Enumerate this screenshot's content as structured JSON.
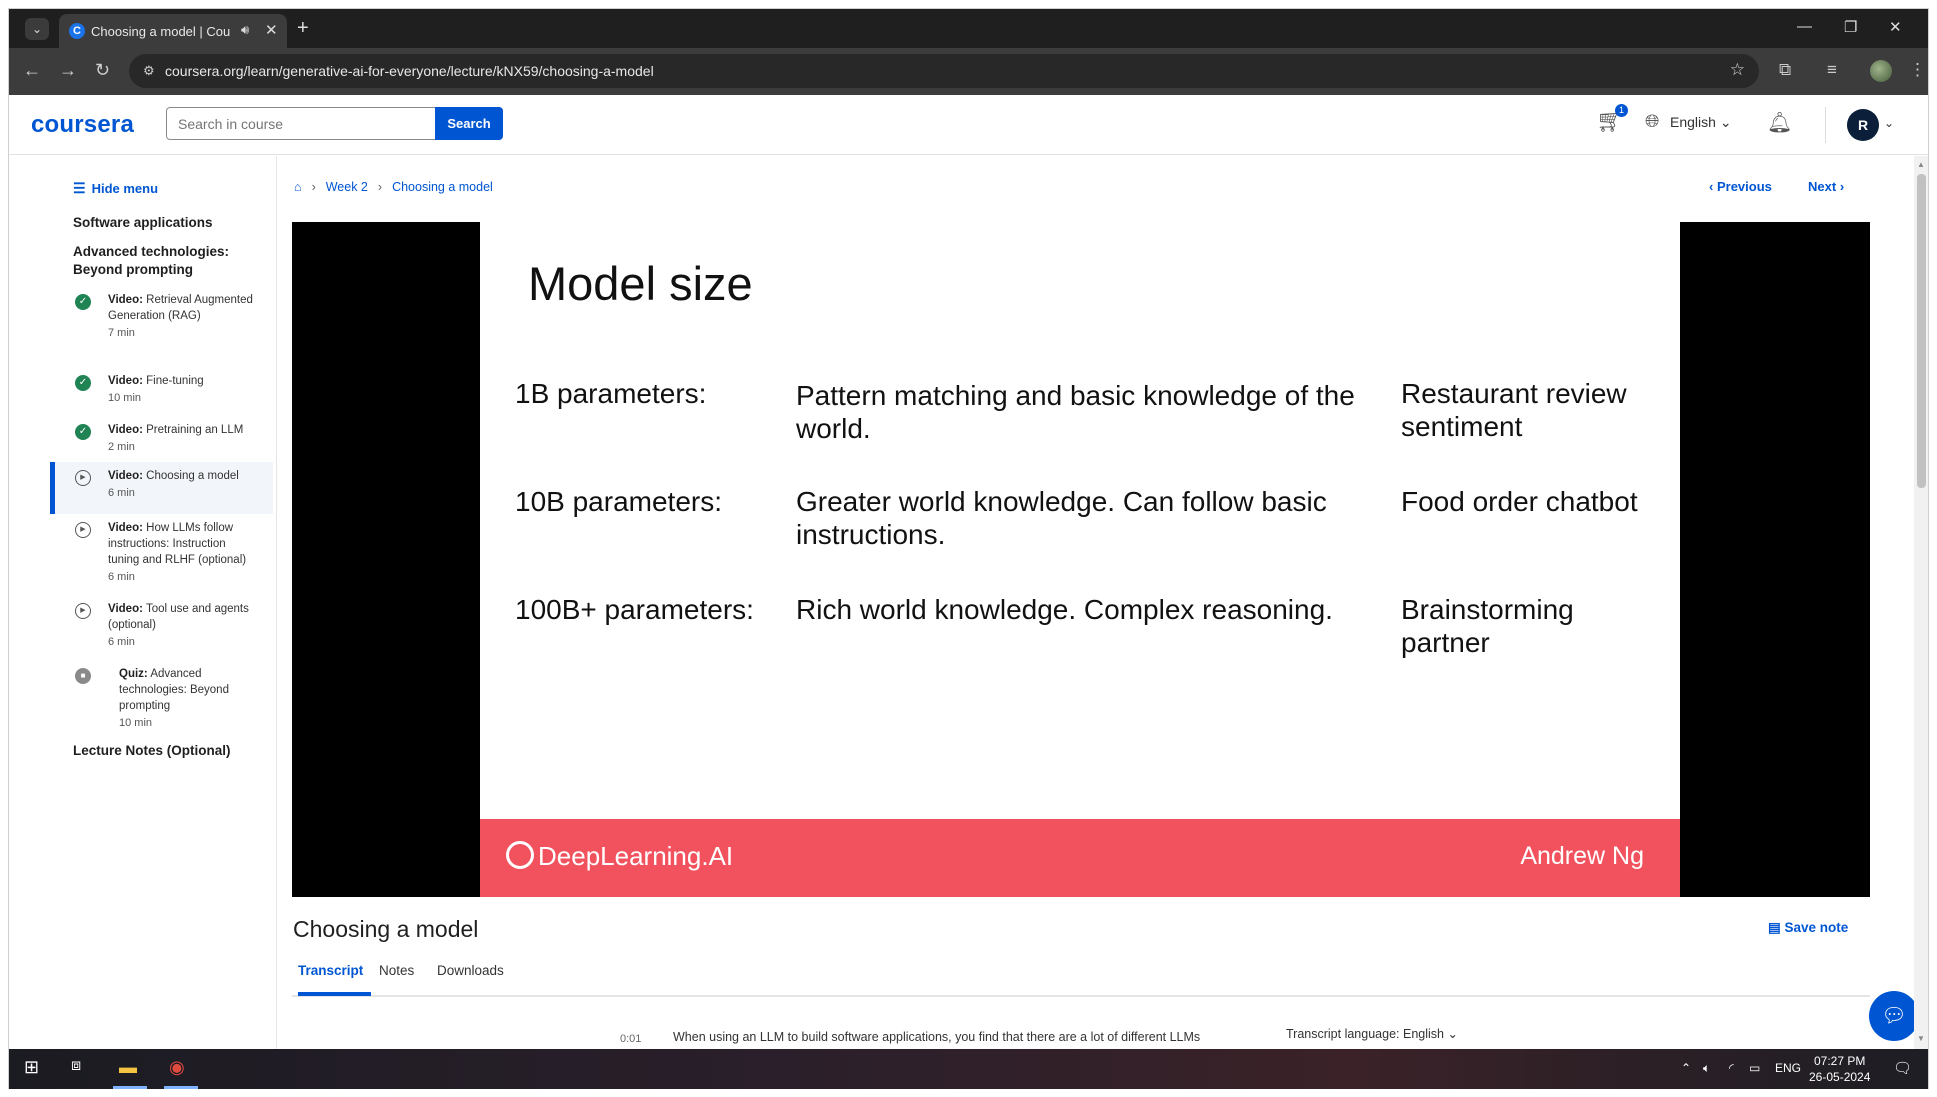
{
  "browser": {
    "tab_title": "Choosing a model | Coursera",
    "favicon_letter": "C",
    "url": "coursera.org/learn/generative-ai-for-everyone/lecture/kNX59/choosing-a-model"
  },
  "header": {
    "logo": "coursera",
    "search_placeholder": "Search in course",
    "search_button": "Search",
    "cart_count": "1",
    "language": "English",
    "avatar_initial": "R"
  },
  "sidebar": {
    "hide_menu": "Hide menu",
    "section_1": "Software applications",
    "section_2": "Advanced technologies: Beyond prompting",
    "items": [
      {
        "type": "Video:",
        "title": "Retrieval Augmented Generation (RAG)",
        "duration": "7 min",
        "status": "completed"
      },
      {
        "type": "Video:",
        "title": "Fine-tuning",
        "duration": "10 min",
        "status": "completed"
      },
      {
        "type": "Video:",
        "title": "Pretraining an LLM",
        "duration": "2 min",
        "status": "completed"
      },
      {
        "type": "Video:",
        "title": "Choosing a model",
        "duration": "6 min",
        "status": "current"
      },
      {
        "type": "Video:",
        "title": "How LLMs follow instructions: Instruction tuning and RLHF (optional)",
        "duration": "6 min",
        "status": "not-started"
      },
      {
        "type": "Video:",
        "title": "Tool use and agents (optional)",
        "duration": "6 min",
        "status": "not-started"
      },
      {
        "type": "Quiz:",
        "title": "Advanced technologies: Beyond prompting",
        "duration": "10 min",
        "status": "locked"
      }
    ],
    "section_3": "Lecture Notes (Optional)"
  },
  "breadcrumb": {
    "week": "Week 2",
    "page": "Choosing a model"
  },
  "nav": {
    "previous": "Previous",
    "next": "Next"
  },
  "slide": {
    "title": "Model size",
    "rows": [
      {
        "size": "1B parameters:",
        "capability": "Pattern matching and basic knowledge of the world.",
        "example": "Restaurant review sentiment"
      },
      {
        "size": "10B parameters:",
        "capability": "Greater world knowledge. Can follow basic instructions.",
        "example": "Food order chatbot"
      },
      {
        "size": "100B+ parameters:",
        "capability": "Rich world knowledge. Complex reasoning.",
        "example": "Brainstorming partner"
      }
    ],
    "brand": "DeepLearning.AI",
    "presenter": "Andrew Ng",
    "banner_color": "#f1525d"
  },
  "lecture": {
    "title": "Choosing a model",
    "save_note": "Save note",
    "tabs": [
      "Transcript",
      "Notes",
      "Downloads"
    ],
    "transcript_time": "0:01",
    "transcript_text": "When using an LLM to build software applications, you find that there are a lot of different LLMs",
    "transcript_language_label": "Transcript language:",
    "transcript_language": "English"
  },
  "taskbar": {
    "language": "ENG",
    "time": "07:27 PM",
    "date": "26-05-2024"
  },
  "colors": {
    "accent": "#0056d2",
    "complete": "#1f8354"
  }
}
